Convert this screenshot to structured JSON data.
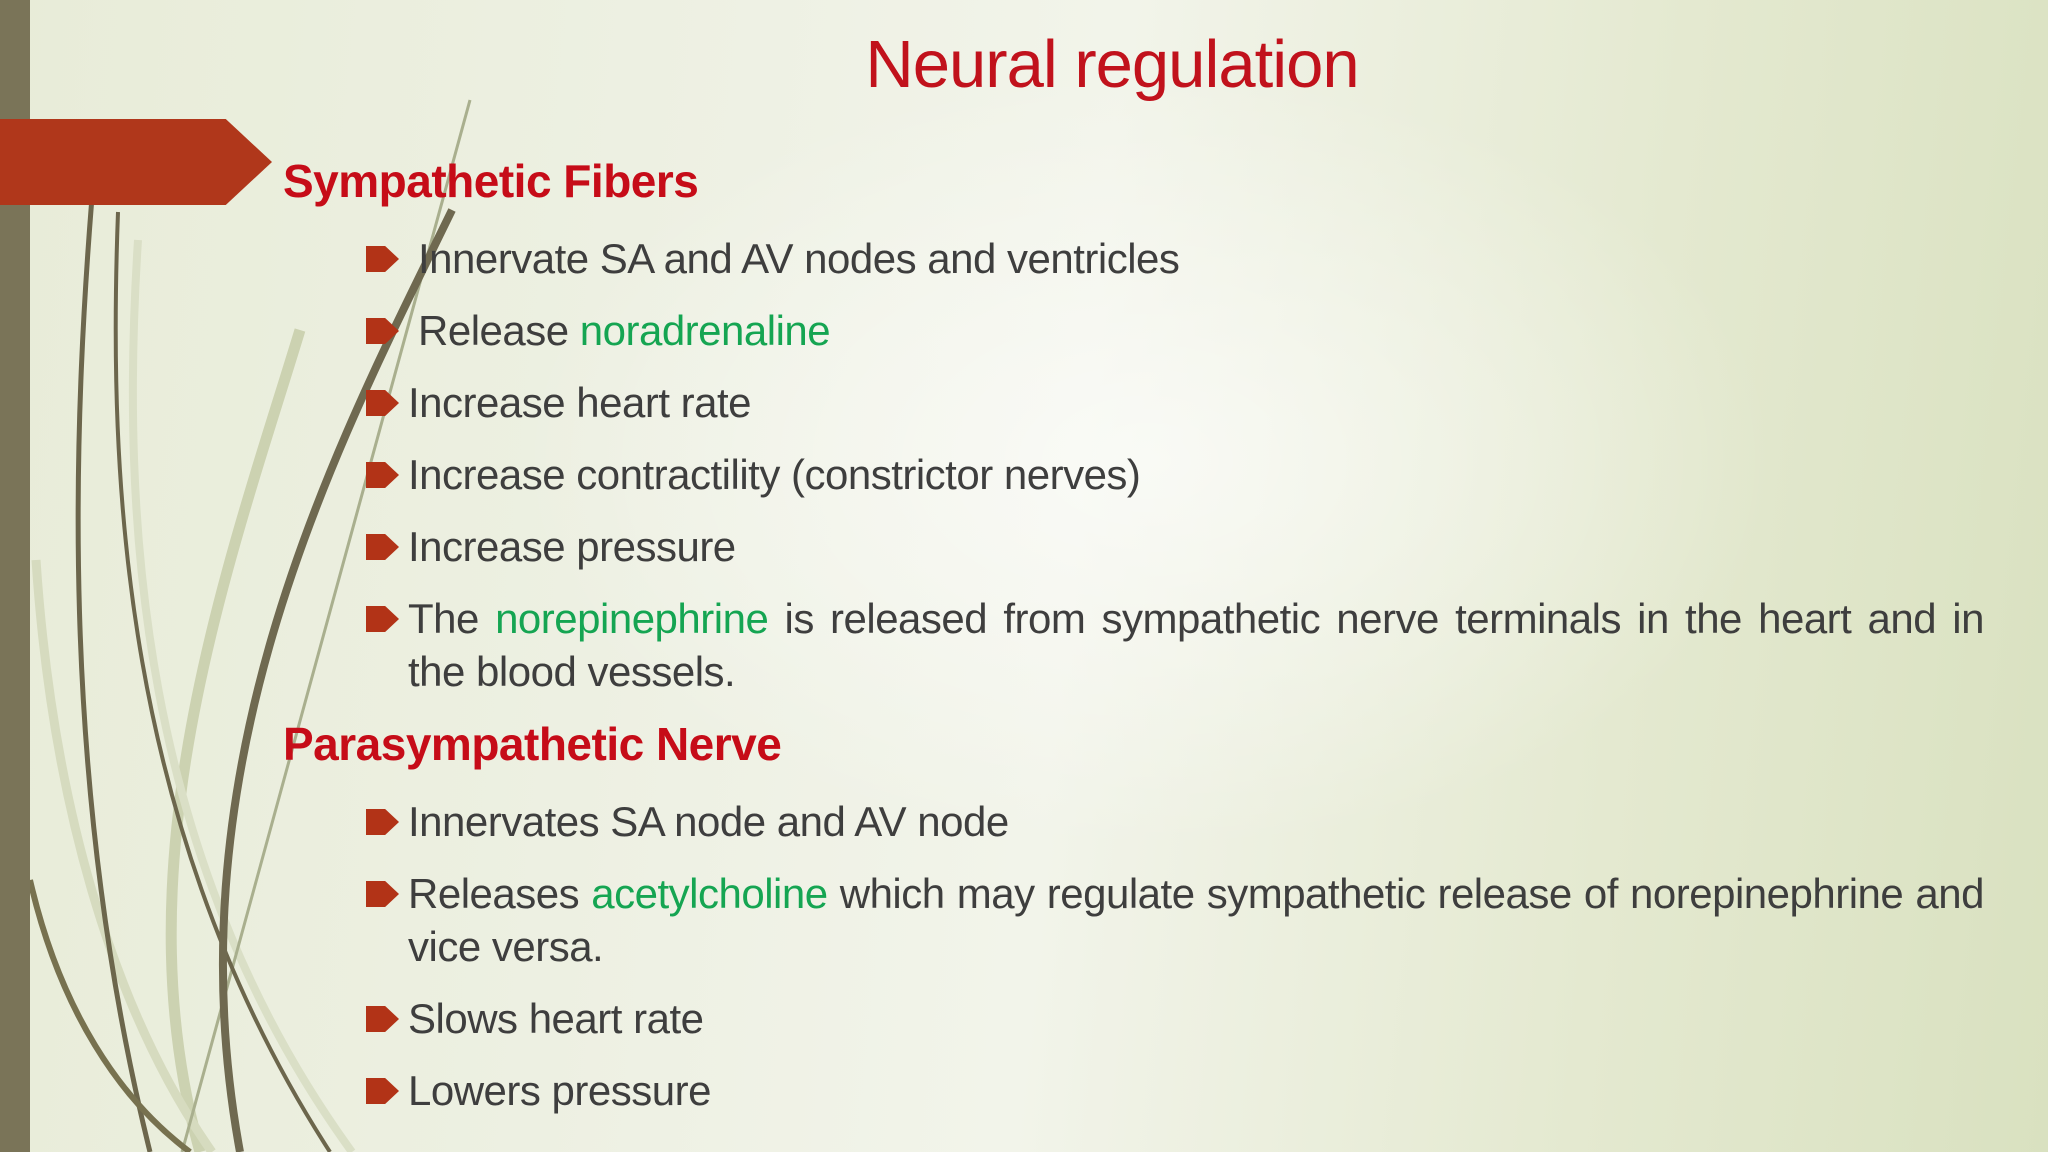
{
  "slide": {
    "title": "Neural regulation",
    "colors": {
      "title_red": "#c1121c",
      "heading_red": "#c60c18",
      "banner_red": "#b0371b",
      "bullet_red": "#b23317",
      "body_gray": "#3e3e3e",
      "green": "#15a552",
      "olive_bar": "#7a7458"
    },
    "sections": [
      {
        "heading": "Sympathetic Fibers",
        "bullets": [
          {
            "spaced": true,
            "justified": false,
            "segments": [
              {
                "t": "Innervate SA and AV nodes and ventricles",
                "c": "body"
              }
            ]
          },
          {
            "spaced": true,
            "justified": false,
            "segments": [
              {
                "t": "Release ",
                "c": "body"
              },
              {
                "t": "noradrenaline",
                "c": "green"
              }
            ]
          },
          {
            "spaced": false,
            "justified": false,
            "segments": [
              {
                "t": "Increase heart rate",
                "c": "body"
              }
            ]
          },
          {
            "spaced": false,
            "justified": false,
            "segments": [
              {
                "t": "Increase contractility (constrictor nerves)",
                "c": "body"
              }
            ]
          },
          {
            "spaced": false,
            "justified": false,
            "segments": [
              {
                "t": "Increase pressure",
                "c": "body"
              }
            ]
          },
          {
            "spaced": false,
            "justified": true,
            "segments": [
              {
                "t": "The ",
                "c": "body"
              },
              {
                "t": "norepinephrine",
                "c": "green"
              },
              {
                "t": " is released from sympathetic nerve terminals in the heart and in the blood vessels.",
                "c": "body"
              }
            ]
          }
        ]
      },
      {
        "heading": "Parasympathetic Nerve",
        "bullets": [
          {
            "spaced": false,
            "justified": false,
            "segments": [
              {
                "t": "Innervates SA node and AV node",
                "c": "body"
              }
            ]
          },
          {
            "spaced": false,
            "justified": true,
            "segments": [
              {
                "t": "Releases ",
                "c": "body"
              },
              {
                "t": "acetylcholine",
                "c": "green"
              },
              {
                "t": " which may regulate sympathetic release of norepinephrine and vice versa.",
                "c": "body"
              }
            ]
          },
          {
            "spaced": false,
            "justified": false,
            "segments": [
              {
                "t": "Slows heart rate",
                "c": "body"
              }
            ]
          },
          {
            "spaced": false,
            "justified": false,
            "segments": [
              {
                "t": "Lowers pressure",
                "c": "body"
              }
            ]
          }
        ]
      }
    ]
  }
}
